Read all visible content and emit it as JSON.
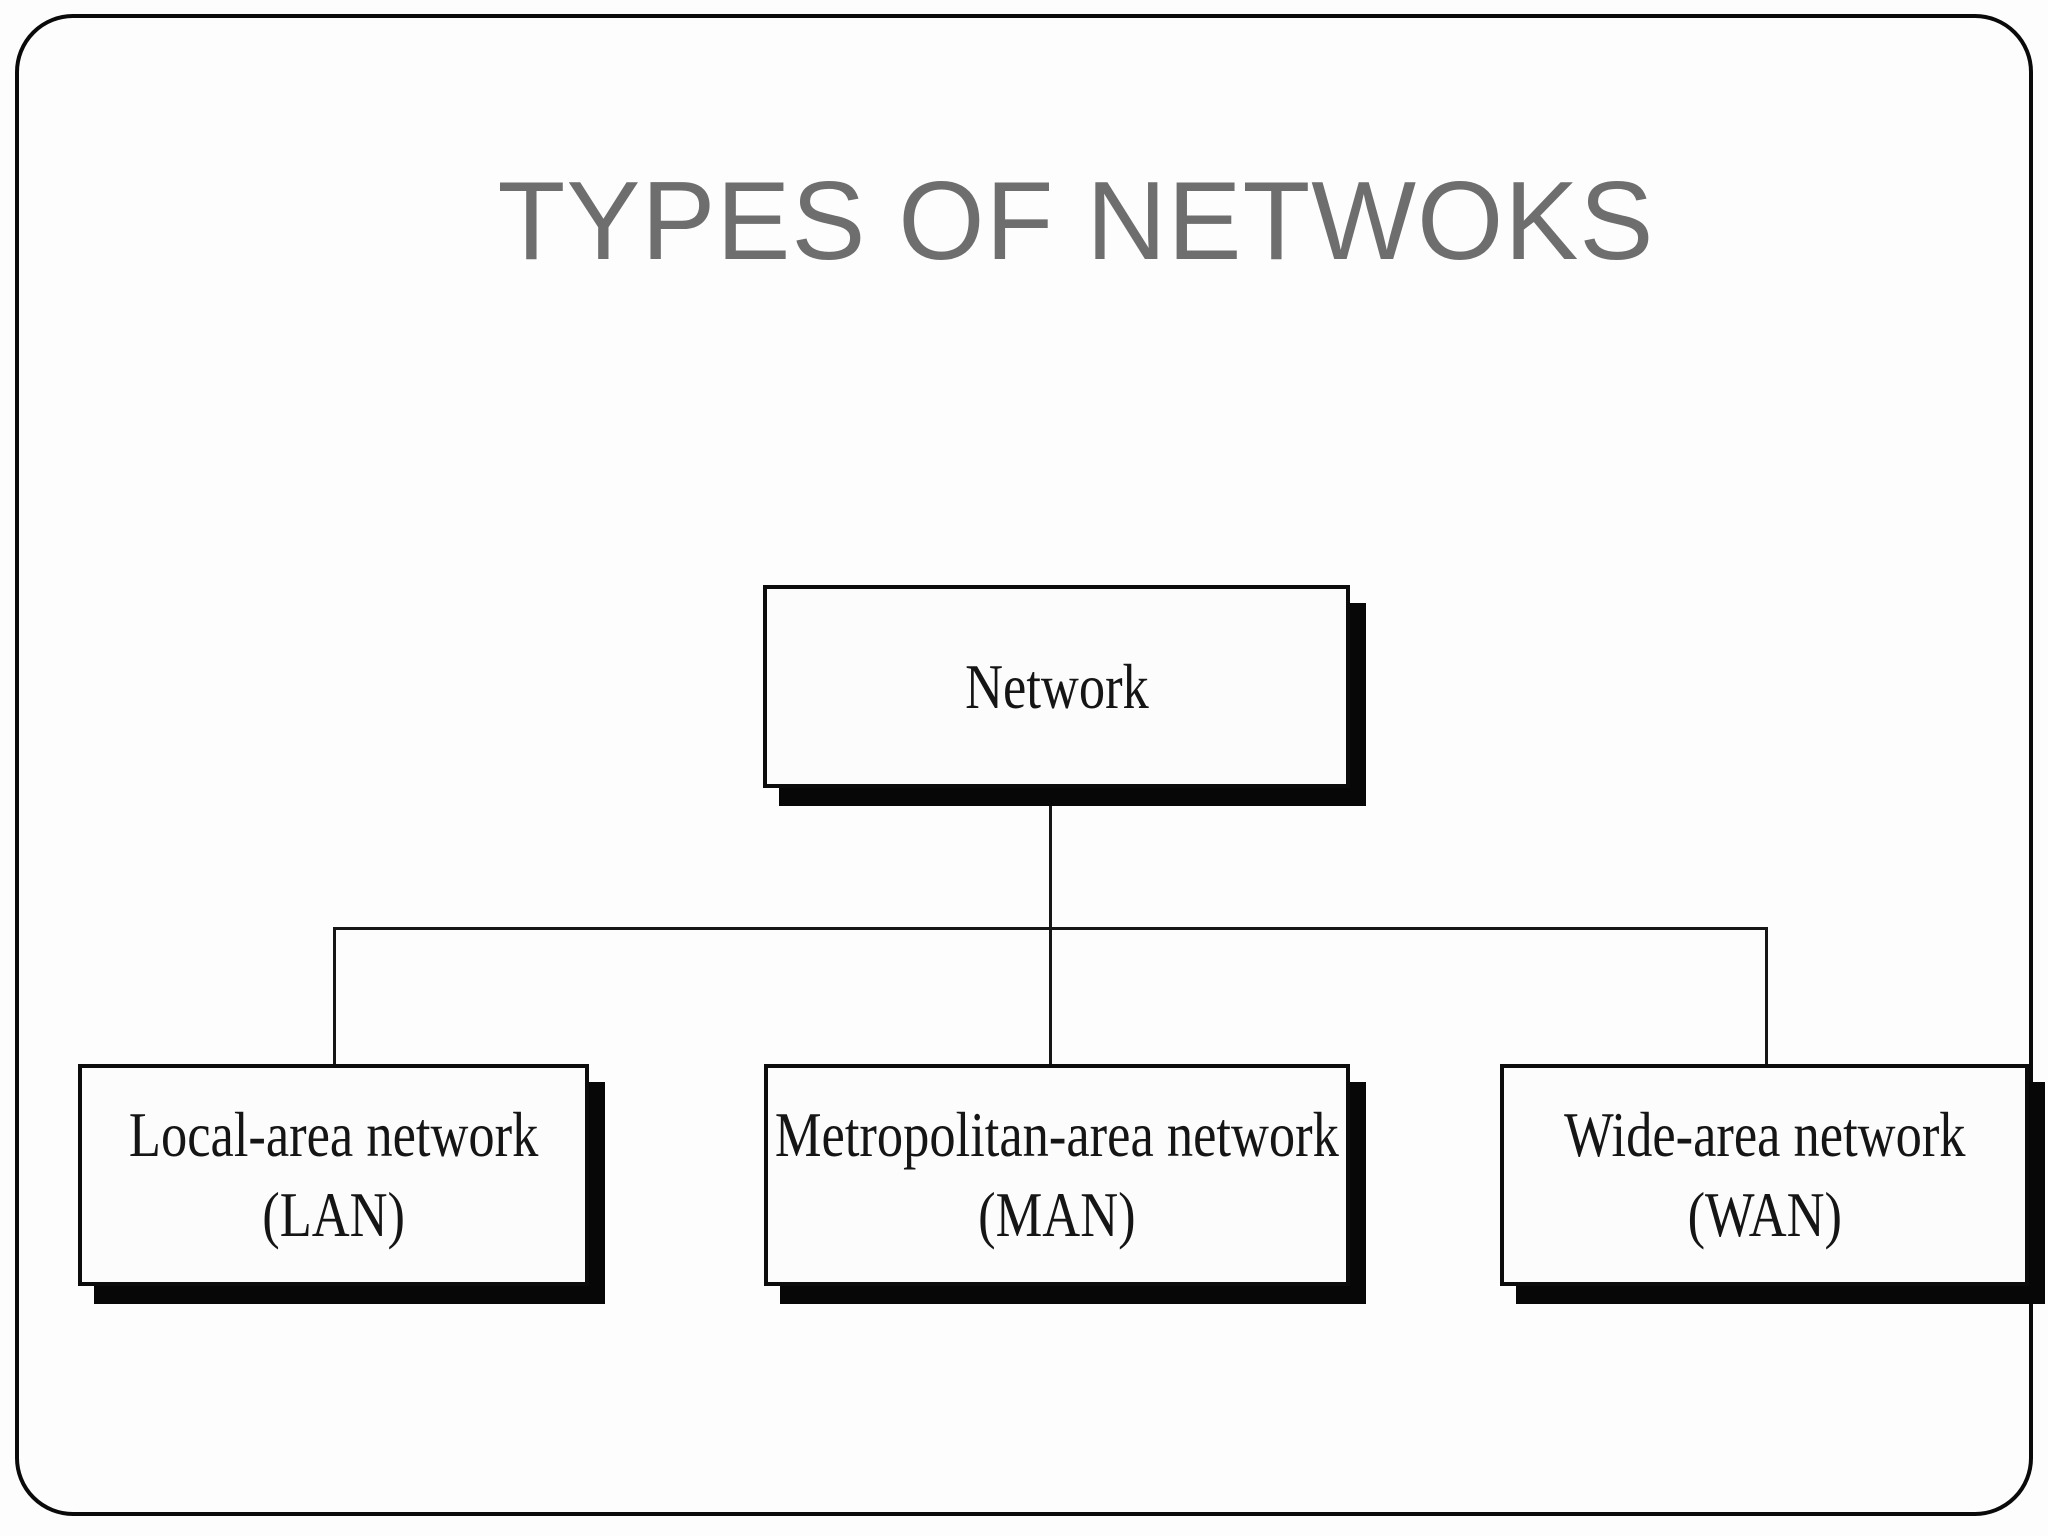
{
  "slide": {
    "title": "TYPES OF NETWOKS",
    "colors": {
      "title_text": "#6e6e6e",
      "box_border": "#0c0c0c",
      "box_background": "#fcfcfc",
      "box_shadow": "#070707",
      "connector_line": "#161616",
      "page_background": "#fdfdfd"
    }
  },
  "diagram": {
    "root": {
      "label": "Network"
    },
    "children": [
      {
        "name": "Local-area network",
        "abbr": "(LAN)"
      },
      {
        "name": "Metropolitan-area network",
        "abbr": "(MAN)"
      },
      {
        "name": "Wide-area network",
        "abbr": "(WAN)"
      }
    ]
  }
}
